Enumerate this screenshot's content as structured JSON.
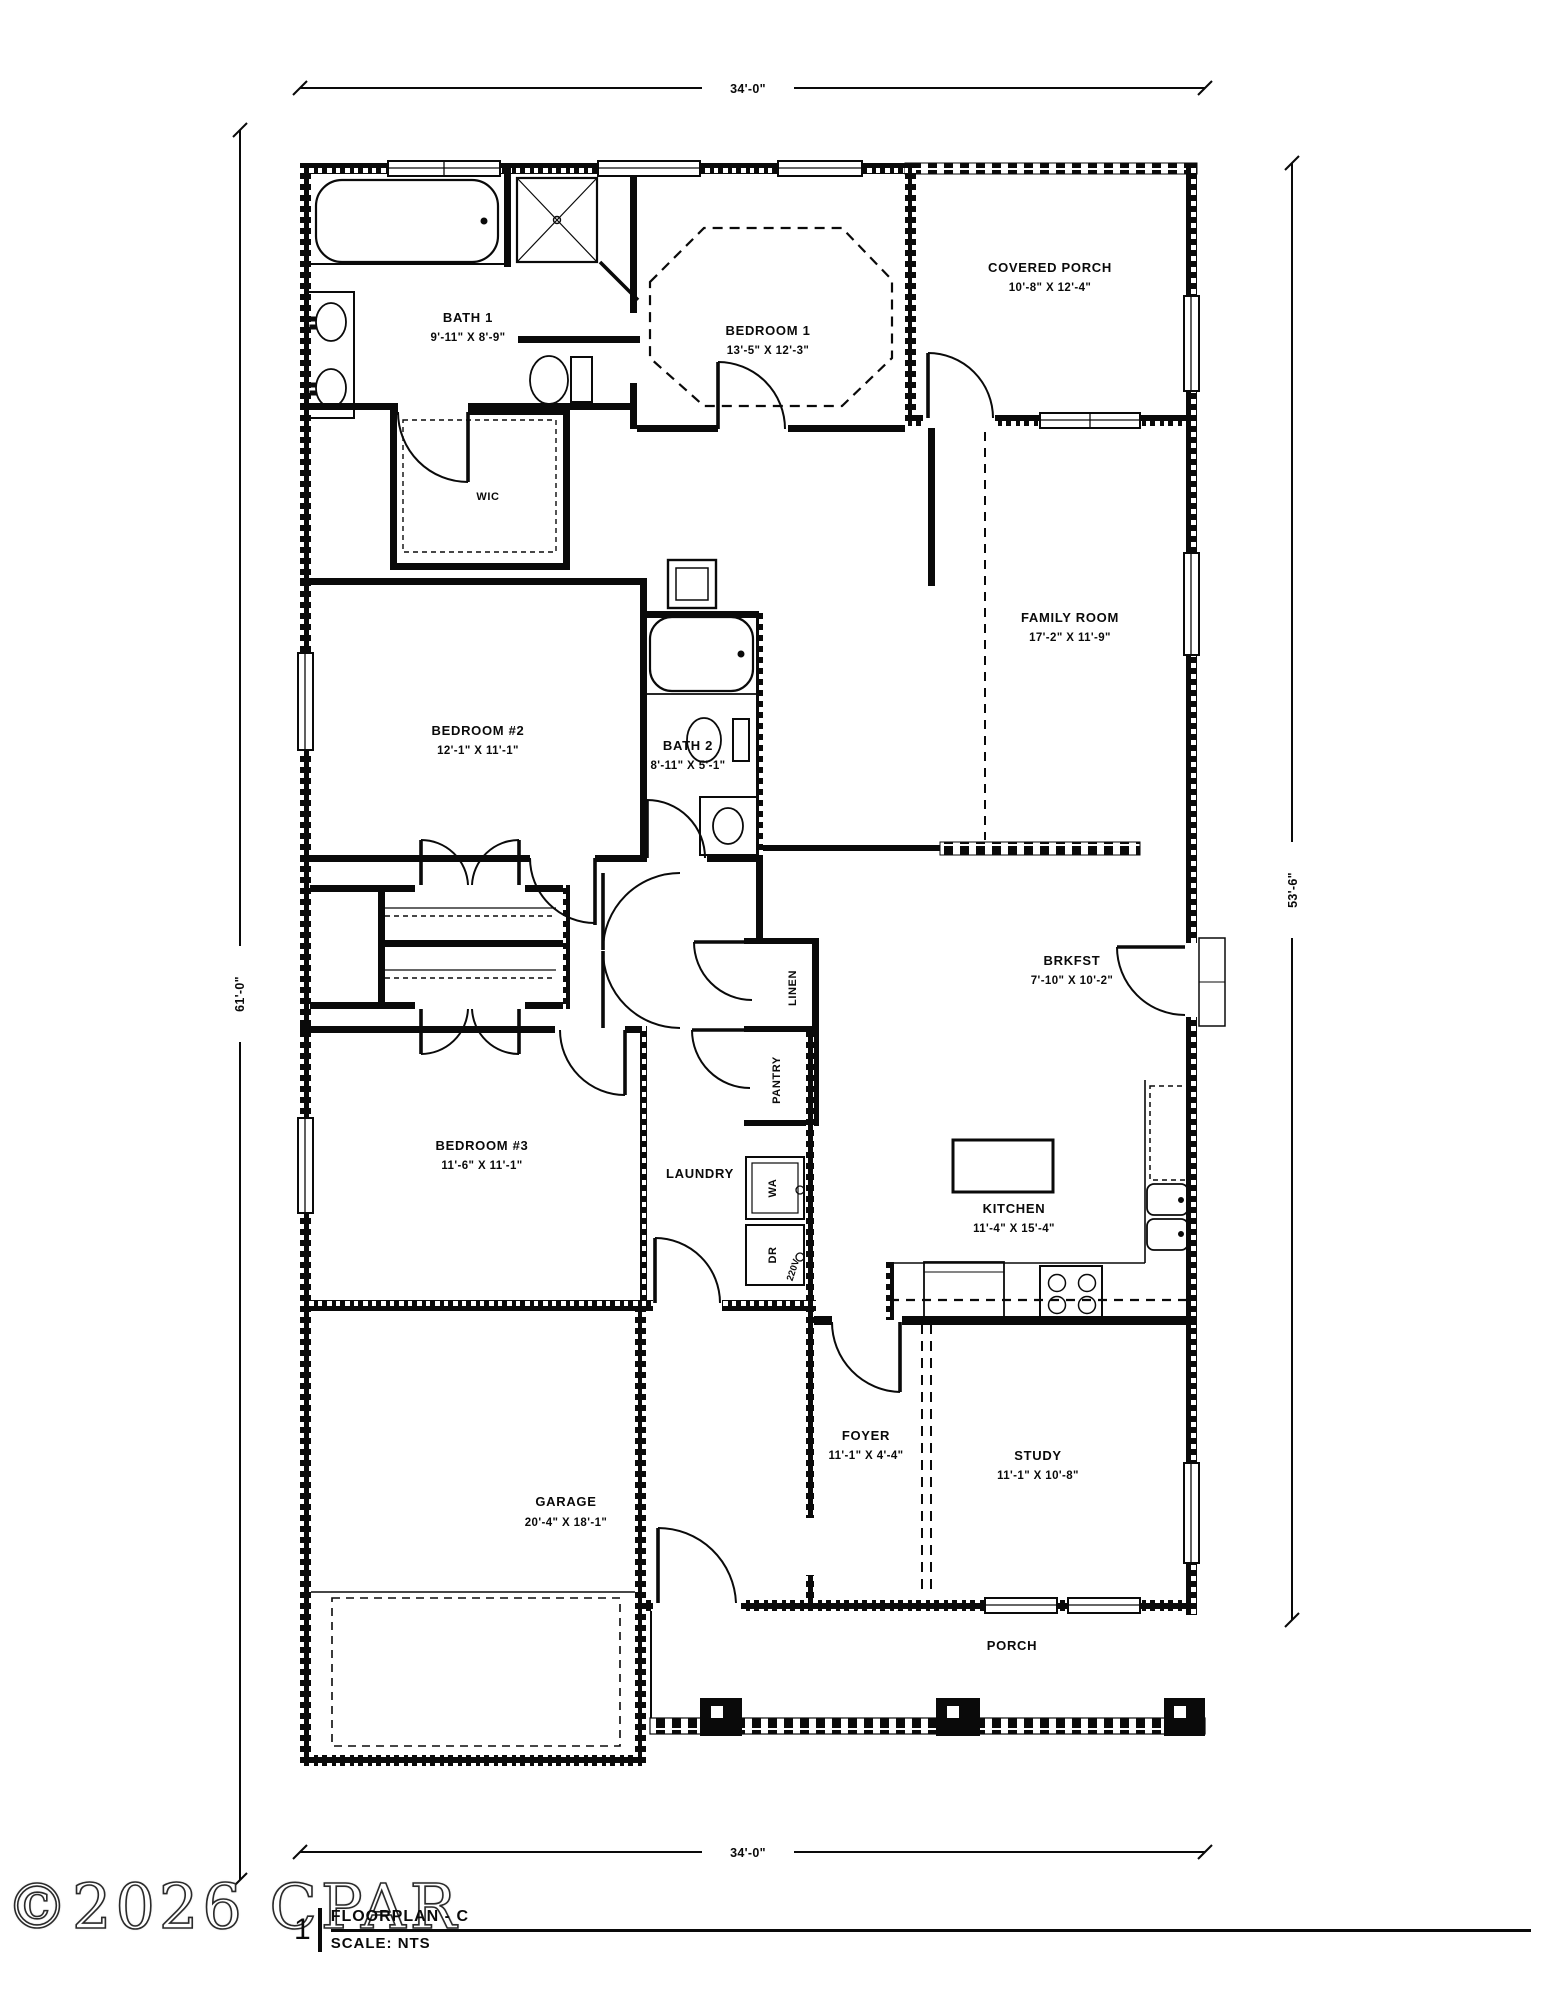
{
  "meta": {
    "watermark": "©2026 CPAR",
    "sheet_no": "1",
    "title": "FLOORPLAN - C",
    "scale": "SCALE: NTS"
  },
  "dims": {
    "top": "34'-0\"",
    "bottom": "34'-0\"",
    "left": "61'-0\"",
    "right": "53'-6\""
  },
  "rooms": {
    "bath1": {
      "name": "BATH 1",
      "size": "9'-11\" X 8'-9\""
    },
    "bedroom1": {
      "name": "BEDROOM 1",
      "size": "13'-5\" X 12'-3\""
    },
    "covered_porch": {
      "name": "COVERED PORCH",
      "size": "10'-8\" X 12'-4\""
    },
    "wic": {
      "name": "WIC"
    },
    "family": {
      "name": "FAMILY ROOM",
      "size": "17'-2\" X 11'-9\""
    },
    "bedroom2": {
      "name": "BEDROOM #2",
      "size": "12'-1\" X 11'-1\""
    },
    "bath2": {
      "name": "BATH 2",
      "size": "8'-11\" X 5'-1\""
    },
    "brkfst": {
      "name": "BRKFST",
      "size": "7'-10\" X 10'-2\""
    },
    "linen": {
      "name": "LINEN"
    },
    "pantry": {
      "name": "PANTRY"
    },
    "bedroom3": {
      "name": "BEDROOM #3",
      "size": "11'-6\" X 11'-1\""
    },
    "laundry": {
      "name": "LAUNDRY"
    },
    "kitchen": {
      "name": "KITCHEN",
      "size": "11'-4\" X 15'-4\""
    },
    "garage": {
      "name": "GARAGE",
      "size": "20'-4\" X 18'-1\""
    },
    "foyer": {
      "name": "FOYER",
      "size": "11'-1\" X 4'-4\""
    },
    "study": {
      "name": "STUDY",
      "size": "11'-1\" X 10'-8\""
    },
    "porch": {
      "name": "PORCH"
    }
  },
  "appliances": {
    "washer": "WA",
    "dryer": "DR",
    "outlet": "220V"
  },
  "colors": {
    "ink": "#0a0a0a",
    "paper": "#ffffff"
  }
}
